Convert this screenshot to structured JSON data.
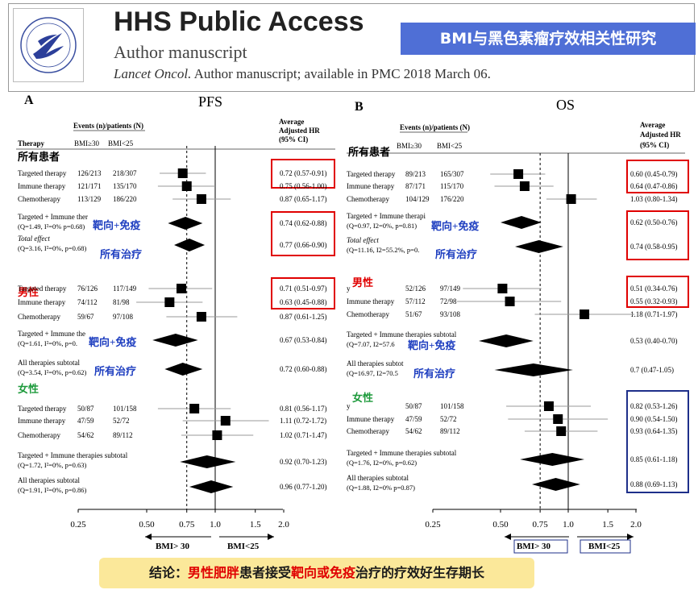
{
  "header": {
    "title": "HHS Public Access",
    "subtitle": "Author manuscript",
    "journal": "Lancet Oncol.",
    "citation": "Author manuscript; available in PMC 2018 March 06.",
    "banner": "BMI与黑色素瘤疗效相关性研究"
  },
  "panel_a": {
    "letter": "A",
    "title": "PFS"
  },
  "panel_b": {
    "letter": "B",
    "title": "OS"
  },
  "table_headers": {
    "events": "Events (n)/patients (N)",
    "bmi_high": "BMI≥30",
    "bmi_low": "BMI<25",
    "therapy": "Therapy",
    "hr_line1": "Average",
    "hr_line2": "Adjusted HR",
    "hr_line3": "(95% CI)"
  },
  "group_labels": {
    "all": "所有患者",
    "male": "男性",
    "female": "女性",
    "targeted_immune": "靶向+免疫",
    "all_therapies": "所有治疗"
  },
  "legend": {
    "left": "BMI> 30",
    "right": "BMI<25"
  },
  "conclusion": {
    "p1": "结论：",
    "p2": "男性肥胖",
    "p3": "患者接受",
    "p4": "靶向或免疫",
    "p5": "治疗的疗效好生存期长"
  },
  "colors": {
    "red_box": "#e00000",
    "blue_box": "#1e2f8a",
    "label_blue": "#1f3fc0",
    "male_red": "#e00000",
    "female_green": "#1e9a3c",
    "banner": "#4f6fd6",
    "conclusion_bg": "#fbe89a"
  },
  "chart_data": [
    {
      "type": "forest",
      "title": "PFS",
      "x_ticks": [
        "0.25",
        "0.50",
        "0.75",
        "1.0",
        "1.5",
        "2.0"
      ],
      "reference_line": 1.0,
      "average_line": 0.75,
      "rows": [
        {
          "label": "Targeted therapy",
          "events": "126/213",
          "events2": "218/307",
          "hr": 0.72,
          "ci": "0.72 (0.57-0.91)",
          "kind": "square"
        },
        {
          "label": "Immune therapy",
          "events": "121/171",
          "events2": "135/170",
          "hr": 0.75,
          "ci": "0.75 (0.56-1.00)",
          "kind": "square"
        },
        {
          "label": "Chemotherapy",
          "events": "113/129",
          "events2": "186/220",
          "hr": 0.87,
          "ci": "0.87 (0.65-1.17)",
          "kind": "square"
        },
        {
          "label": "Targeted + Immune ther",
          "stat": "(Q=1.49, I²=0% p=0.68)",
          "hr": 0.74,
          "ci": "0.74 (0.62-0.88)",
          "kind": "diamond"
        },
        {
          "label": "Total effect",
          "stat": "(Q=3.16, I²=0%, p=0.68)",
          "hr": 0.77,
          "ci": "0.77 (0.66-0.90)",
          "kind": "diamond"
        },
        {
          "label": "Targeted therapy",
          "events": "76/126",
          "events2": "117/149",
          "hr": 0.71,
          "ci": "0.71 (0.51-0.97)",
          "kind": "square"
        },
        {
          "label": "Immune therapy",
          "events": "74/112",
          "events2": "81/98",
          "hr": 0.63,
          "ci": "0.63 (0.45-0.88)",
          "kind": "square"
        },
        {
          "label": "Chemotherapy",
          "events": "59/67",
          "events2": "97/108",
          "hr": 0.87,
          "ci": "0.87 (0.61-1.25)",
          "kind": "square"
        },
        {
          "label": "Targeted + Immune the",
          "stat": "(Q=1.61, I²=0%, p=0.",
          "hr": 0.67,
          "ci": "0.67 (0.53-0.84)",
          "kind": "diamond"
        },
        {
          "label": "All therapies subtotal",
          "stat": "(Q=3.54, I²=0%, p=0.62)",
          "hr": 0.72,
          "ci": "0.72 (0.60-0.88)",
          "kind": "diamond"
        },
        {
          "label": "Targeted therapy",
          "events": "50/87",
          "events2": "101/158",
          "hr": 0.81,
          "ci": "0.81 (0.56-1.17)",
          "kind": "square"
        },
        {
          "label": "Immune therapy",
          "events": "47/59",
          "events2": "52/72",
          "hr": 1.11,
          "ci": "1.11 (0.72-1.72)",
          "kind": "square"
        },
        {
          "label": "Chemotherapy",
          "events": "54/62",
          "events2": "89/112",
          "hr": 1.02,
          "ci": "1.02 (0.71-1.47)",
          "kind": "square"
        },
        {
          "label": "Targeted + Immune therapies subtotal",
          "stat": "(Q=1.72, I²=0%, p=0.63)",
          "hr": 0.92,
          "ci": "0.92 (0.70-1.23)",
          "kind": "diamond"
        },
        {
          "label": "All therapies subtotal",
          "stat": "(Q=1.91, I²=0%, p=0.86)",
          "hr": 0.96,
          "ci": "0.96 (0.77-1.20)",
          "kind": "diamond"
        }
      ]
    },
    {
      "type": "forest",
      "title": "OS",
      "x_ticks": [
        "0.25",
        "0.50",
        "0.75",
        "1.0",
        "1.5",
        "2.0"
      ],
      "reference_line": 1.0,
      "average_line": 0.75,
      "rows": [
        {
          "label": "Targeted therapy",
          "events": "89/213",
          "events2": "165/307",
          "hr": 0.6,
          "ci": "0.60 (0.45-0.79)",
          "kind": "square"
        },
        {
          "label": "Immune therapy",
          "events": "87/171",
          "events2": "115/170",
          "hr": 0.64,
          "ci": "0.64 (0.47-0.86)",
          "kind": "square"
        },
        {
          "label": "Chemotherapy",
          "events": "104/129",
          "events2": "176/220",
          "hr": 1.03,
          "ci": "1.03 (0.80-1.34)",
          "kind": "square"
        },
        {
          "label": "Targeted + Immune therapi",
          "stat": "(Q=0.97, I2=0%, p=0.81)",
          "hr": 0.62,
          "ci": "0.62 (0.50-0.76)",
          "kind": "diamond"
        },
        {
          "label": "Total effect",
          "stat": "(Q=11.16, I2=55.2%, p=0.",
          "hr": 0.74,
          "ci": "0.74 (0.58-0.95)",
          "kind": "diamond"
        },
        {
          "label": "y",
          "events": "52/126",
          "events2": "97/149",
          "hr": 0.51,
          "ci": "0.51 (0.34-0.76)",
          "kind": "square"
        },
        {
          "label": "Immune therapy",
          "events": "57/112",
          "events2": "72/98",
          "hr": 0.55,
          "ci": "0.55 (0.32-0.93)",
          "kind": "square"
        },
        {
          "label": "Chemotherapy",
          "events": "51/67",
          "events2": "93/108",
          "hr": 1.18,
          "ci": "1.18 (0.71-1.97)",
          "kind": "square"
        },
        {
          "label": "Targeted + Immune therapies subtotal",
          "stat": "(Q=7.07, I2=57.6",
          "hr": 0.53,
          "ci": "0.53 (0.40-0.70)",
          "kind": "diamond"
        },
        {
          "label": "All therapies subtot",
          "stat": "(Q=16.97, I2=70.5",
          "hr": 0.7,
          "ci": "0.7 (0.47-1.05)",
          "kind": "diamond"
        },
        {
          "label": "y",
          "events": "50/87",
          "events2": "101/158",
          "hr": 0.82,
          "ci": "0.82 (0.53-1.26)",
          "kind": "square"
        },
        {
          "label": "Immune therapy",
          "events": "47/59",
          "events2": "52/72",
          "hr": 0.9,
          "ci": "0.90 (0.54-1.50)",
          "kind": "square"
        },
        {
          "label": "Chemotherapy",
          "events": "54/62",
          "events2": "89/112",
          "hr": 0.93,
          "ci": "0.93 (0.64-1.35)",
          "kind": "square"
        },
        {
          "label": "Targeted + Immune therapies subtotal",
          "stat": "(Q=1.76, I2=0%, p=0.62)",
          "hr": 0.85,
          "ci": "0.85 (0.61-1.18)",
          "kind": "diamond"
        },
        {
          "label": "All therapies subtotal",
          "stat": "(Q=1.88, I2=0% p=0.87)",
          "hr": 0.88,
          "ci": "0.88 (0.69-1.13)",
          "kind": "diamond"
        }
      ]
    }
  ]
}
